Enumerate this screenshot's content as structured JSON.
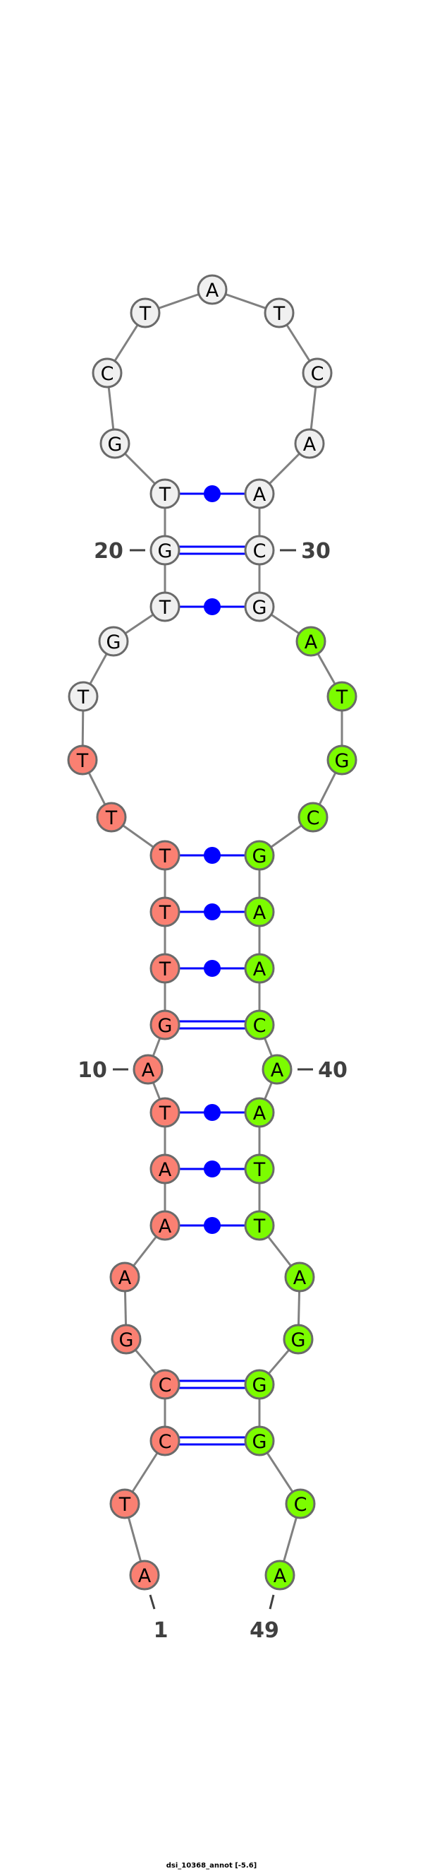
{
  "title": "dsi_10368_annot [-5.6]",
  "sequence": [
    "A",
    "T",
    "C",
    "C",
    "G",
    "A",
    "A",
    "A",
    "T",
    "A",
    "G",
    "T",
    "T",
    "T",
    "T",
    "T",
    "T",
    "G",
    "T",
    "G",
    "T",
    "G",
    "C",
    "T",
    "A",
    "T",
    "C",
    "A",
    "A",
    "C",
    "G",
    "A",
    "T",
    "G",
    "C",
    "G",
    "A",
    "A",
    "C",
    "A",
    "A",
    "T",
    "T",
    "A",
    "G",
    "G",
    "G",
    "C",
    "A"
  ],
  "colors": {
    "region_5prime": "#fa8072",
    "region_loop": "#f0f0f0",
    "region_3prime": "#7cfc00",
    "backbone": "#808080",
    "node_stroke": "#6a6a6a",
    "pair": "#0000ff",
    "label": "#404040"
  },
  "regions": [
    {
      "from": 1,
      "to": 16,
      "color_key": "region_5prime"
    },
    {
      "from": 17,
      "to": 31,
      "color_key": "region_loop"
    },
    {
      "from": 32,
      "to": 49,
      "color_key": "region_3prime"
    }
  ],
  "pairs": [
    {
      "i": 3,
      "j": 47,
      "type": "canonical-GC"
    },
    {
      "i": 4,
      "j": 46,
      "type": "canonical-GC"
    },
    {
      "i": 7,
      "j": 43,
      "type": "dot"
    },
    {
      "i": 8,
      "j": 42,
      "type": "dot"
    },
    {
      "i": 9,
      "j": 41,
      "type": "dot"
    },
    {
      "i": 11,
      "j": 39,
      "type": "canonical-GC"
    },
    {
      "i": 12,
      "j": 38,
      "type": "dot"
    },
    {
      "i": 13,
      "j": 37,
      "type": "dot"
    },
    {
      "i": 14,
      "j": 36,
      "type": "dot"
    },
    {
      "i": 19,
      "j": 31,
      "type": "dot"
    },
    {
      "i": 20,
      "j": 30,
      "type": "canonical-GC"
    },
    {
      "i": 21,
      "j": 29,
      "type": "dot"
    }
  ],
  "position_labels": [
    {
      "index": 1,
      "text": "1"
    },
    {
      "index": 10,
      "text": "10"
    },
    {
      "index": 20,
      "text": "20"
    },
    {
      "index": 30,
      "text": "30"
    },
    {
      "index": 40,
      "text": "40"
    },
    {
      "index": 49,
      "text": "49"
    }
  ]
}
